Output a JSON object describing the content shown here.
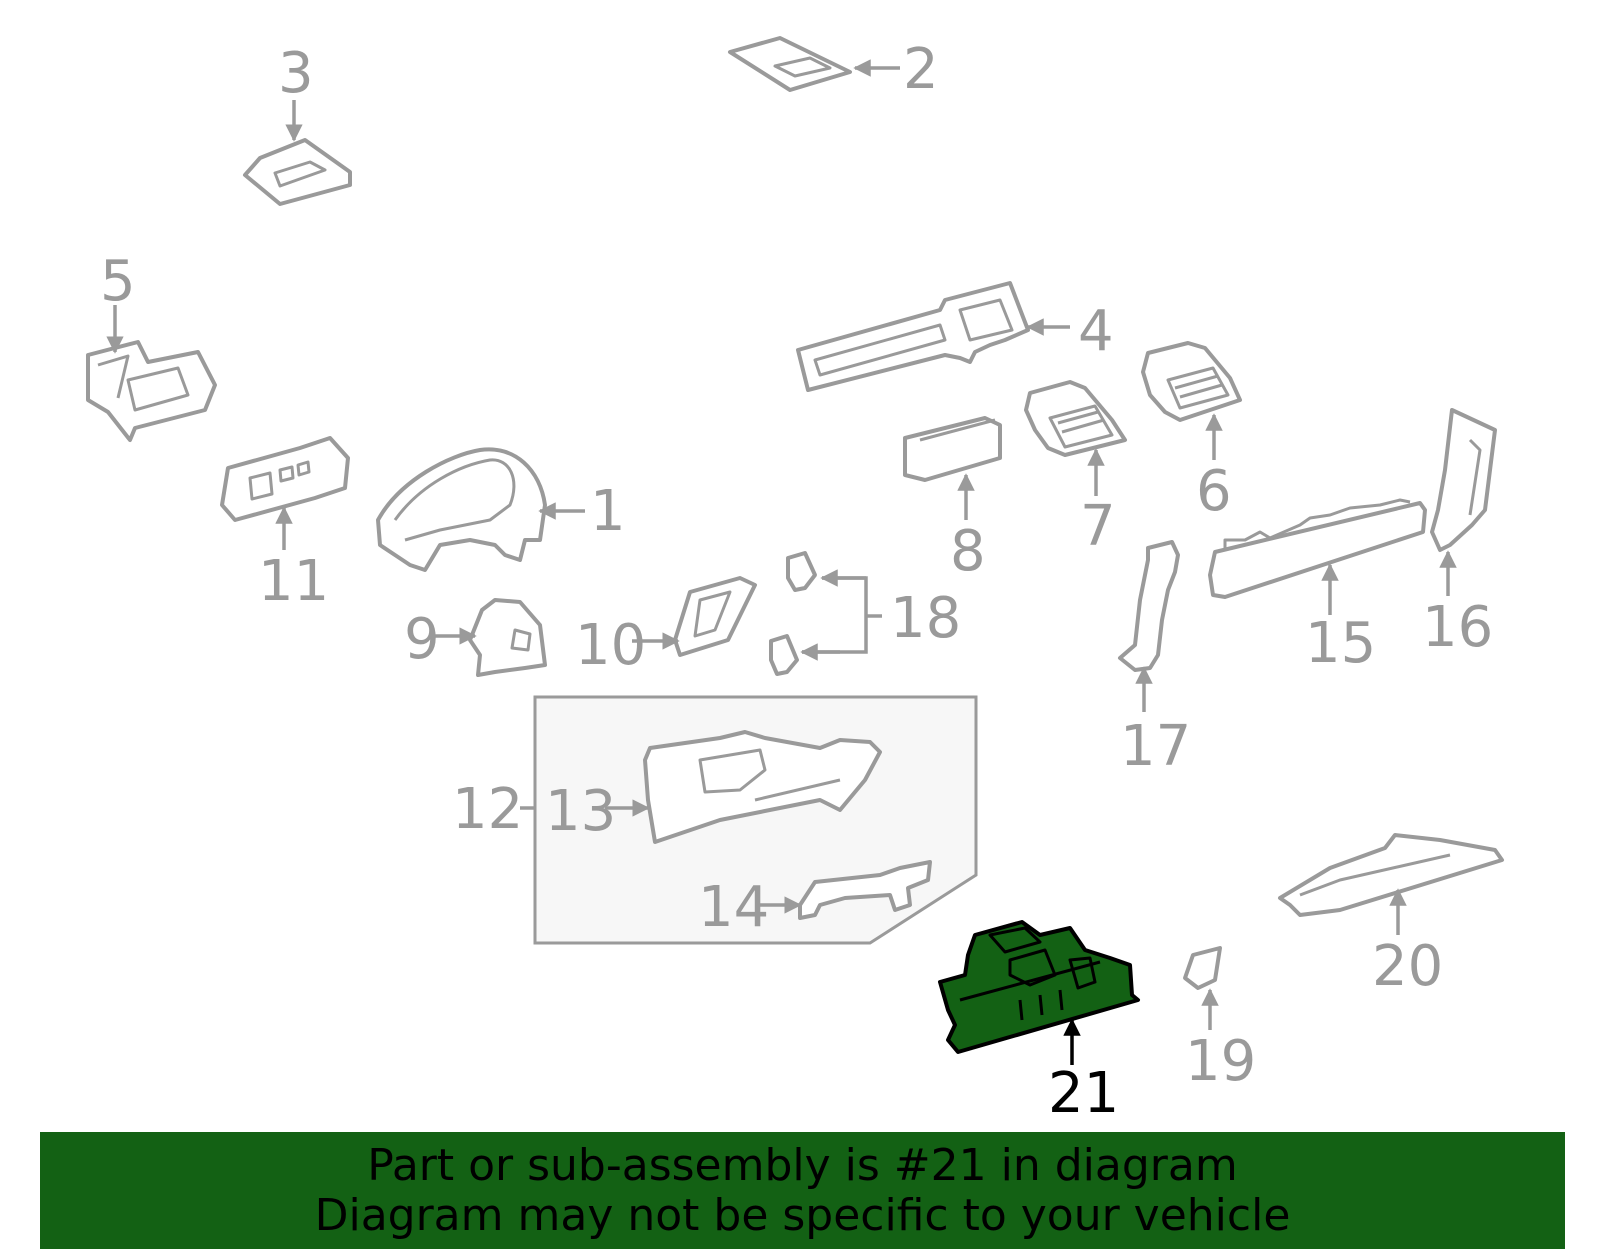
{
  "callouts": {
    "c1": "1",
    "c2": "2",
    "c3": "3",
    "c4": "4",
    "c5": "5",
    "c6": "6",
    "c7": "7",
    "c8": "8",
    "c9": "9",
    "c10": "10",
    "c11": "11",
    "c12": "12",
    "c13": "13",
    "c14": "14",
    "c15": "15",
    "c16": "16",
    "c17": "17",
    "c18": "18",
    "c19": "19",
    "c20": "20",
    "c21": "21"
  },
  "highlighted_part": "21",
  "colors": {
    "highlight": "#136114",
    "line": "#9a9a9a",
    "banner": "#136114"
  },
  "banner": {
    "line1": "Part or sub-assembly is #21 in diagram",
    "line2": "Diagram may not be specific to your vehicle"
  }
}
